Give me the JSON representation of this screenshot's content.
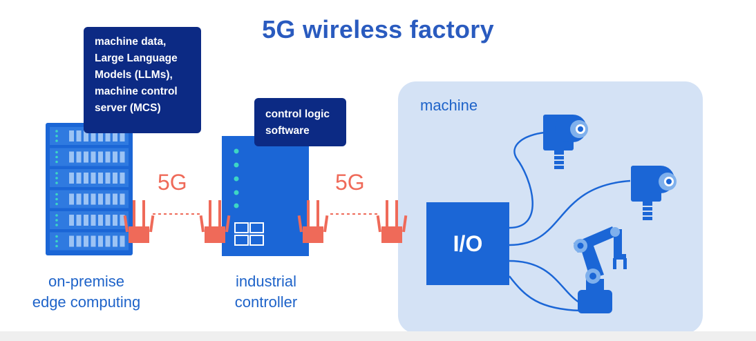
{
  "title": "5G wireless factory",
  "callouts": {
    "edge": "machine data,\nLarge Language\nModels (LLMs),\nmachine control\nserver (MCS)",
    "controller": "control logic\nsoftware"
  },
  "link_labels": [
    "5G",
    "5G"
  ],
  "nodes": {
    "edge": "on-premise\nedge computing",
    "controller": "industrial\ncontroller",
    "machine": "machine",
    "io": "I/O"
  },
  "colors": {
    "title": "#2a5bbf",
    "callout_bg": "#0c2a84",
    "panel_bg": "#d4e2f5",
    "device_blue": "#1b66d6",
    "radio": "#ef6a59",
    "status_led": "#3dd6c4"
  },
  "icons": [
    "server-rack-icon",
    "router-icon",
    "camera-sensor-icon",
    "robot-arm-icon"
  ]
}
